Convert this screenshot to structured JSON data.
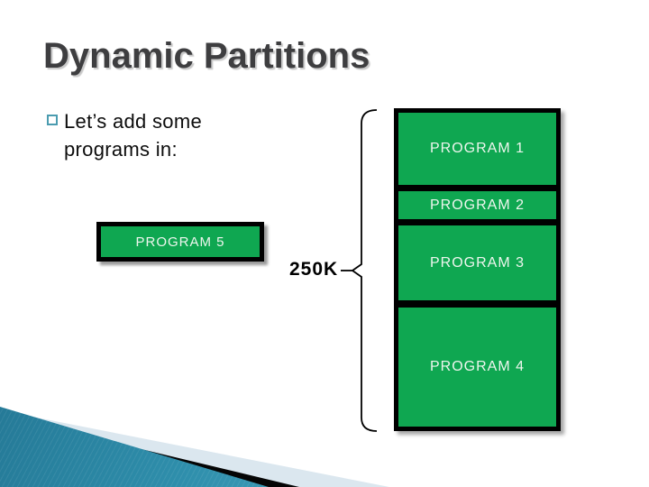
{
  "slide": {
    "title": "Dynamic Partitions",
    "bullet": {
      "text": "Let’s add some programs in:"
    }
  },
  "memory": {
    "size_label": "250K",
    "floating_block": {
      "label": "PROGRAM 5"
    },
    "blocks": [
      {
        "label": "PROGRAM 1"
      },
      {
        "label": "PROGRAM 2"
      },
      {
        "label": "PROGRAM 3"
      },
      {
        "label": "PROGRAM 4"
      }
    ]
  },
  "colors": {
    "block_green": "#0fa751",
    "block_border": "#000000",
    "block_text": "#eef6ee",
    "title_text": "#3e3e40",
    "bullet_square": "#4b9cb0",
    "deco_teal_dark": "#1d6a88",
    "deco_teal_light": "#63bcd3",
    "deco_pale": "#dbe7ef",
    "deco_black": "#050505"
  }
}
